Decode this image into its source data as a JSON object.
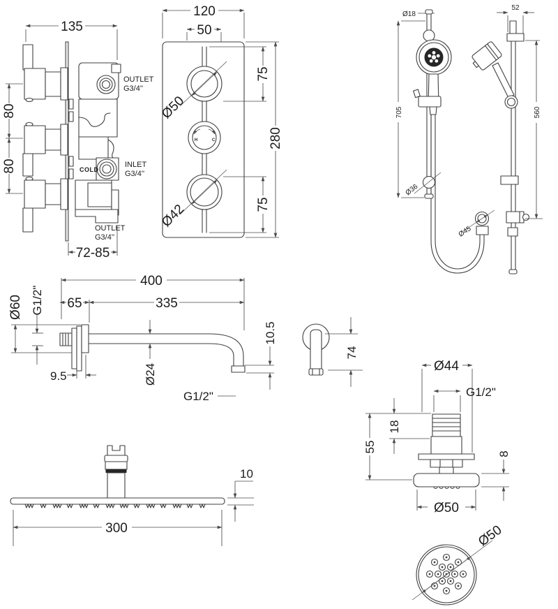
{
  "colors": {
    "line": "#3f3f3f",
    "dim": "#4a4a4a",
    "text": "#1c1c1c",
    "background": "#ffffff",
    "dark_fill": "#262626"
  },
  "valve_side": {
    "dim_width": "135",
    "dim_spacing_top": "80",
    "dim_spacing_bottom": "80",
    "dim_depth": "72-85",
    "outlet_top_label": "OUTLET",
    "outlet_top_thread": "G3/4''",
    "cold_label": "COLD",
    "inlet_label": "INLET",
    "inlet_thread": "G3/4''",
    "outlet_bottom_label": "OUTLET",
    "outlet_bottom_thread": "G3/4''"
  },
  "valve_front": {
    "dim_width": "120",
    "dim_knob": "50",
    "dim_top_spacing": "75",
    "dim_height": "280",
    "dim_bottom_spacing": "75",
    "dia_top_knob": "Ø50",
    "dia_bottom_knob": "Ø42",
    "hot_mark": "H",
    "cold_mark": "C"
  },
  "rail_front": {
    "dia_rail": "Ø18",
    "dim_length": "705",
    "dia_bracket": "Ø36",
    "dia_outlet": "Ø45"
  },
  "rail_side": {
    "dim_bracket": "52",
    "dim_spacing": "560"
  },
  "arm": {
    "dim_total": "400",
    "dim_wall": "65",
    "dim_reach": "335",
    "dia_flange": "Ø60",
    "thread_wall": "G1/2\"",
    "dim_plate": "9.5",
    "dia_tube": "Ø24",
    "dim_drop": "10.5",
    "thread_outlet": "G1/2\""
  },
  "elbow": {
    "dim_height": "74"
  },
  "head": {
    "dim_thickness": "10",
    "dim_width": "300"
  },
  "jet_side": {
    "dia_body": "Ø44",
    "thread": "G1/2\"",
    "dim_stem": "18",
    "dim_depth": "55",
    "dim_face": "8",
    "dia_face": "Ø50"
  },
  "jet_face": {
    "dia": "Ø50"
  }
}
